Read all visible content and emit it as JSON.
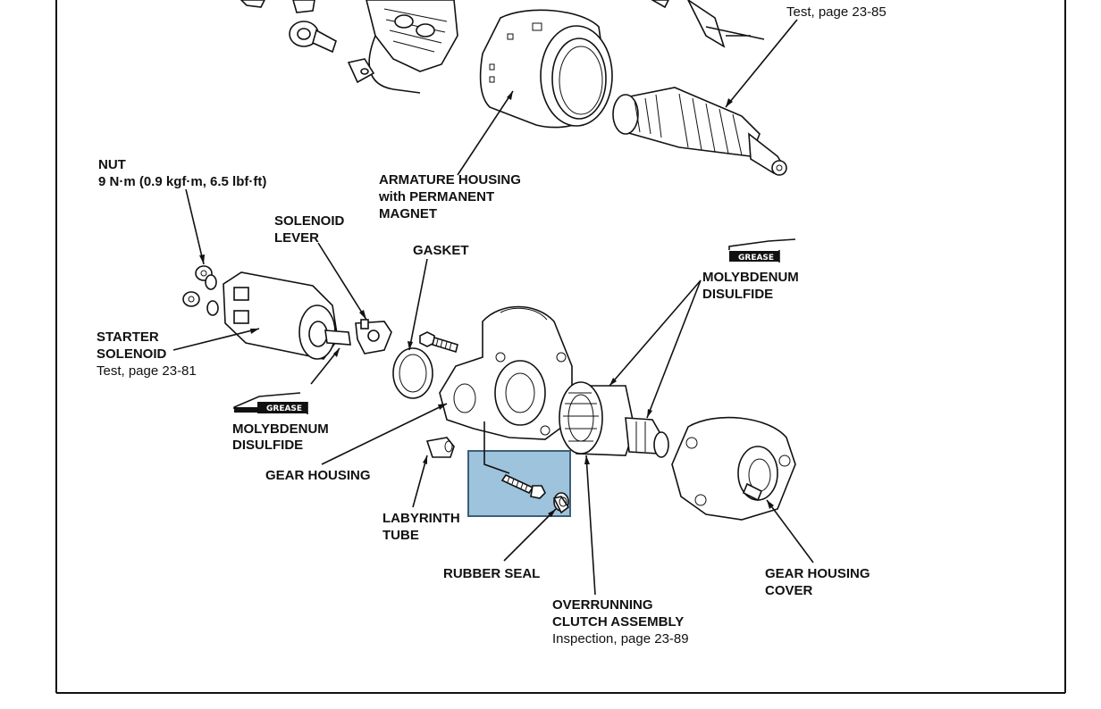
{
  "labels": {
    "test_page_top": "Test, page 23-85",
    "nut_title": "NUT",
    "nut_torque": "9 N·m (0.9 kgf·m, 6.5 lbf·ft)",
    "armature_line1": "ARMATURE HOUSING",
    "armature_line2": "with PERMANENT",
    "armature_line3": "MAGNET",
    "solenoid_lever_line1": "SOLENOID",
    "solenoid_lever_line2": "LEVER",
    "gasket": "GASKET",
    "moly_right_line1": "MOLYBDENUM",
    "moly_right_line2": "DISULFIDE",
    "starter_solenoid_line1": "STARTER",
    "starter_solenoid_line2": "SOLENOID",
    "starter_solenoid_test": "Test, page 23-81",
    "moly_left_line1": "MOLYBDENUM",
    "moly_left_line2": "DISULFIDE",
    "gear_housing": "GEAR HOUSING",
    "labyrinth_line1": "LABYRINTH",
    "labyrinth_line2": "TUBE",
    "rubber_seal": "RUBBER SEAL",
    "overrunning_line1": "OVERRUNNING",
    "overrunning_line2": "CLUTCH ASSEMBLY",
    "overrunning_inspection": "Inspection, page 23-89",
    "gear_cover_line1": "GEAR HOUSING",
    "gear_cover_line2": "COVER"
  },
  "grease_badges": [
    "GREASE",
    "GREASE"
  ],
  "colors": {
    "highlight_fill": "#9ec3dc",
    "highlight_stroke": "#3d5f7a",
    "line": "#111111"
  }
}
